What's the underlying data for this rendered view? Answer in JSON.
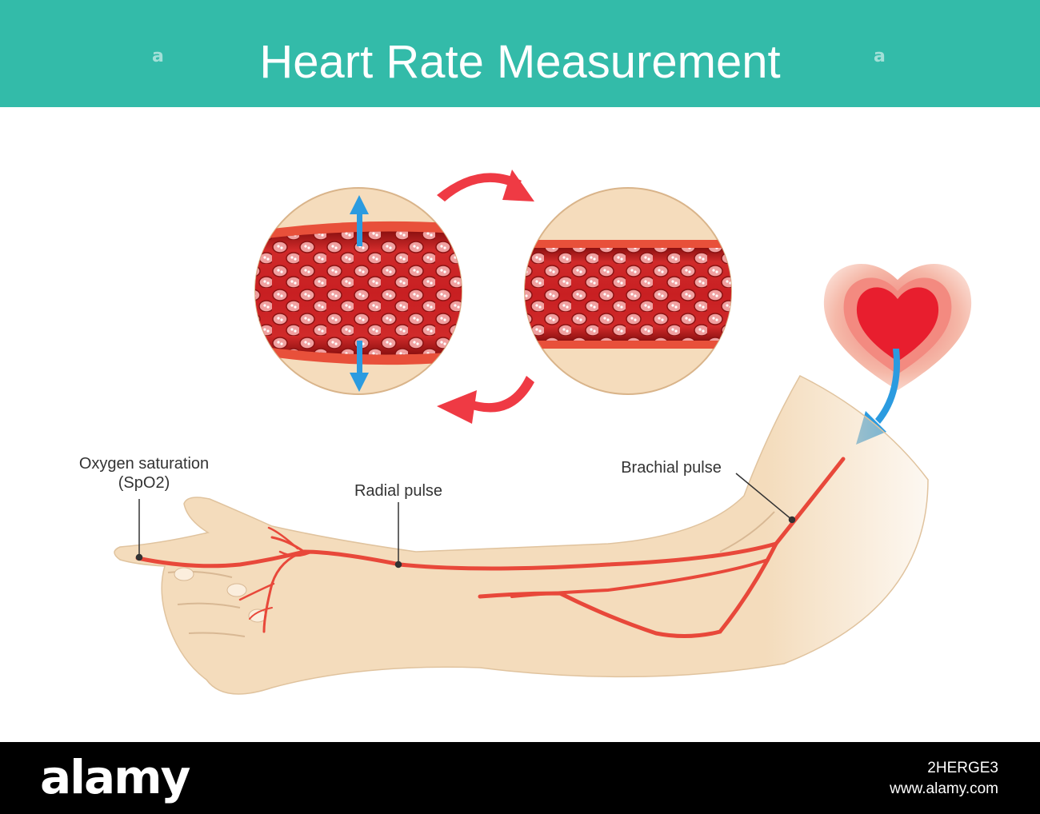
{
  "header": {
    "title": "Heart Rate Measurement",
    "background": "#33bba9"
  },
  "labels": {
    "oxygen_saturation": "Oxygen saturation",
    "spo2": "(SpO2)",
    "radial_pulse": "Radial pulse",
    "brachial_pulse": "Brachial pulse"
  },
  "footer": {
    "brand": "alamy",
    "image_id": "2HERGE3",
    "url": "www.alamy.com"
  },
  "icons": [
    "heart-icon",
    "cycle-arrow-icon",
    "expand-arrow-icon",
    "flow-arrow-icon"
  ],
  "colors": {
    "artery": "#e8483a",
    "blood": "#c8202a",
    "skin": "#f5dfc0",
    "arrow_red": "#ef3a44",
    "arrow_blue": "#2b9be0"
  }
}
